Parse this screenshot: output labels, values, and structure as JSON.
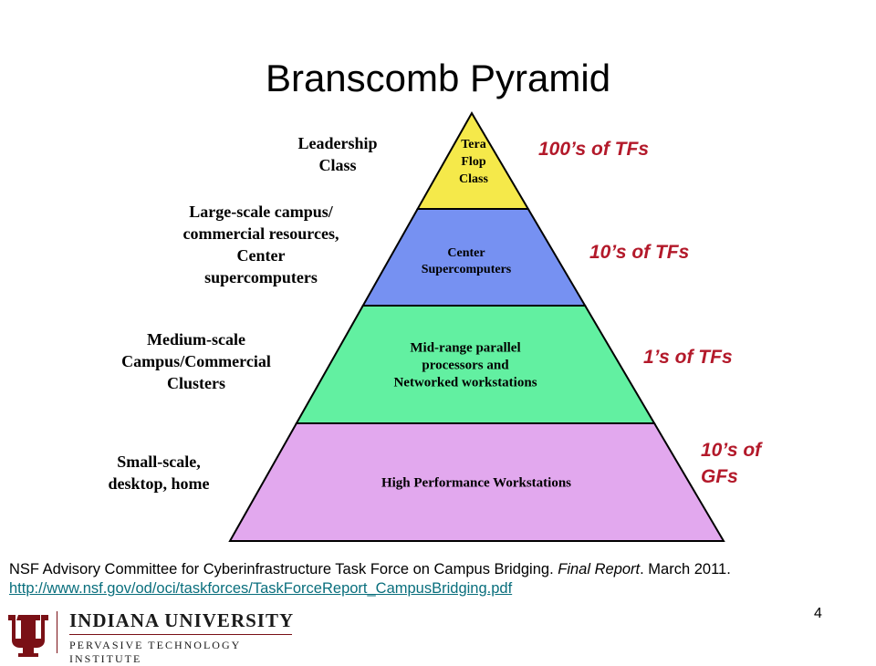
{
  "title": "Branscomb Pyramid",
  "colors": {
    "tier1": "#f5e94a",
    "tier2": "#7691f2",
    "tier3": "#62f0a1",
    "tier4": "#e2a8ee",
    "right_label": "#b3192a",
    "link": "#0a6f7d",
    "iu_crimson": "#7a1016"
  },
  "tiers": [
    {
      "inner": [
        "Tera",
        "Flop",
        "Class"
      ],
      "left": [
        "Leadership",
        "Class"
      ],
      "right": [
        "100’s of TFs"
      ]
    },
    {
      "inner": [
        "Center",
        "Supercomputers"
      ],
      "left": [
        "Large-scale campus/",
        "commercial resources,",
        "Center",
        "supercomputers"
      ],
      "right": [
        "10’s of TFs"
      ]
    },
    {
      "inner": [
        "Mid-range parallel",
        "processors and",
        "Networked workstations"
      ],
      "left": [
        "Medium-scale",
        "Campus/Commercial",
        "Clusters"
      ],
      "right": [
        "1’s of TFs"
      ]
    },
    {
      "inner": [
        "High Performance Workstations"
      ],
      "left": [
        "Small-scale,",
        "desktop, home"
      ],
      "right": [
        "10’s of",
        "GFs"
      ]
    }
  ],
  "citation": {
    "prefix": "NSF Advisory Committee for Cyberinfrastructure Task Force on Campus Bridging. ",
    "italic": "Final Report",
    "suffix": ". March 2011.",
    "link": "http://www.nsf.gov/od/oci/taskforces/TaskForceReport_CampusBridging.pdf"
  },
  "page_number": "4",
  "footer": {
    "university": "INDIANA UNIVERSITY",
    "institute": "PERVASIVE TECHNOLOGY INSTITUTE"
  }
}
